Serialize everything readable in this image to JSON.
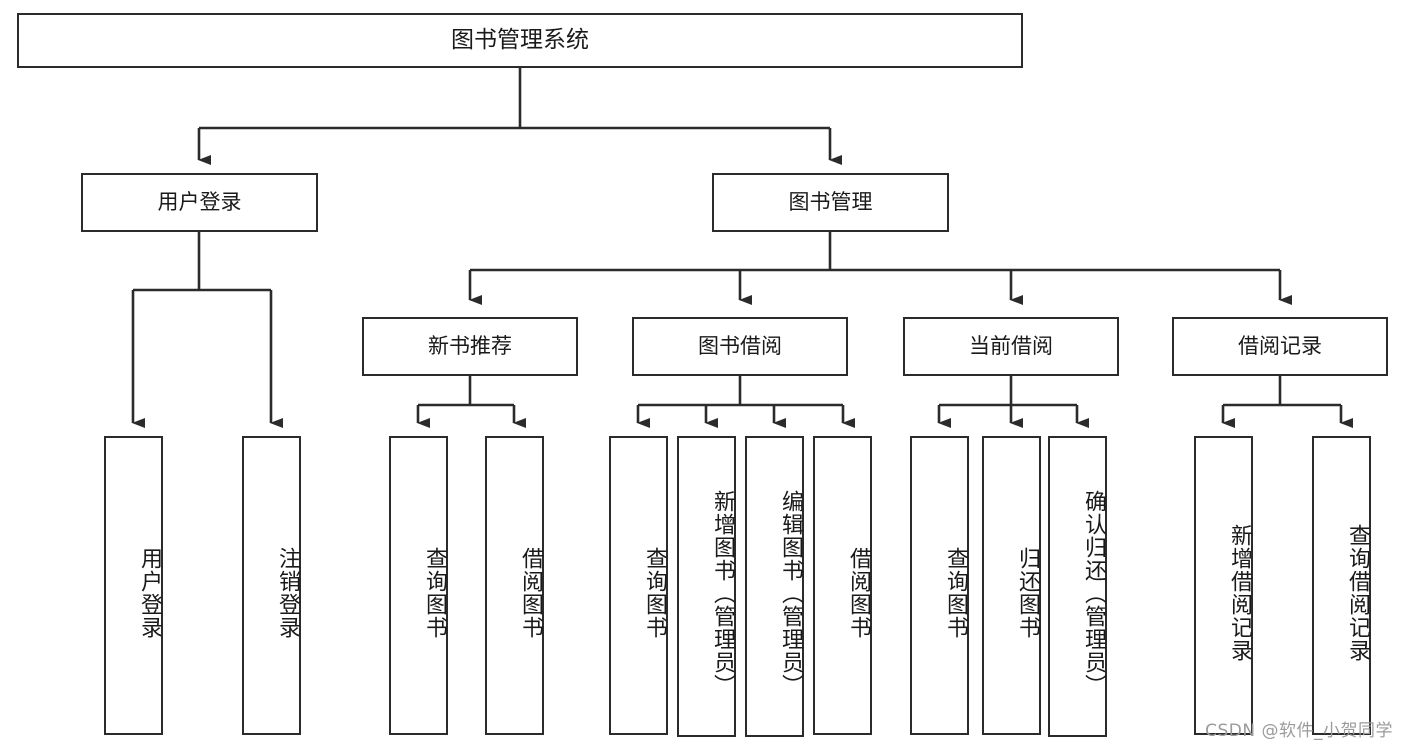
{
  "diagram": {
    "title": "图书管理系统",
    "type": "tree-hierarchy-chart",
    "watermark": "CSDN @软件_小贺同学",
    "colors": {
      "box_border": "#2b2b2b",
      "box_fill": "#ffffff",
      "connector": "#2b2b2b",
      "text": "#1a1a1a",
      "watermark": "#9b9b9b"
    },
    "root": {
      "label": "图书管理系统"
    },
    "level2": [
      {
        "id": "user-login",
        "label": "用户登录"
      },
      {
        "id": "book-manage",
        "label": "图书管理"
      }
    ],
    "level3": [
      {
        "id": "new-book-recommend",
        "label": "新书推荐"
      },
      {
        "id": "book-borrow",
        "label": "图书借阅"
      },
      {
        "id": "current-borrow",
        "label": "当前借阅"
      },
      {
        "id": "borrow-record",
        "label": "借阅记录"
      }
    ],
    "leaves": {
      "user_login": [
        {
          "id": "leaf-user-login",
          "label": "用户登录"
        },
        {
          "id": "leaf-logout-login",
          "label": "注销登录"
        }
      ],
      "new_book_recommend": [
        {
          "id": "leaf-query-book-1",
          "label": "查询图书"
        },
        {
          "id": "leaf-borrow-book-1",
          "label": "借阅图书"
        }
      ],
      "book_borrow": [
        {
          "id": "leaf-query-book-2",
          "label": "查询图书"
        },
        {
          "id": "leaf-add-book-admin",
          "label": "新增图书（管理员）"
        },
        {
          "id": "leaf-edit-book-admin",
          "label": "编辑图书（管理员）"
        },
        {
          "id": "leaf-borrow-book-2",
          "label": "借阅图书"
        }
      ],
      "current_borrow": [
        {
          "id": "leaf-query-book-3",
          "label": "查询图书"
        },
        {
          "id": "leaf-return-book",
          "label": "归还图书"
        },
        {
          "id": "leaf-confirm-return-admin",
          "label": "确认归还（管理员）"
        }
      ],
      "borrow_record": [
        {
          "id": "leaf-add-borrow-record",
          "label": "新增借阅记录"
        },
        {
          "id": "leaf-query-borrow-record",
          "label": "查询借阅记录"
        }
      ]
    }
  }
}
